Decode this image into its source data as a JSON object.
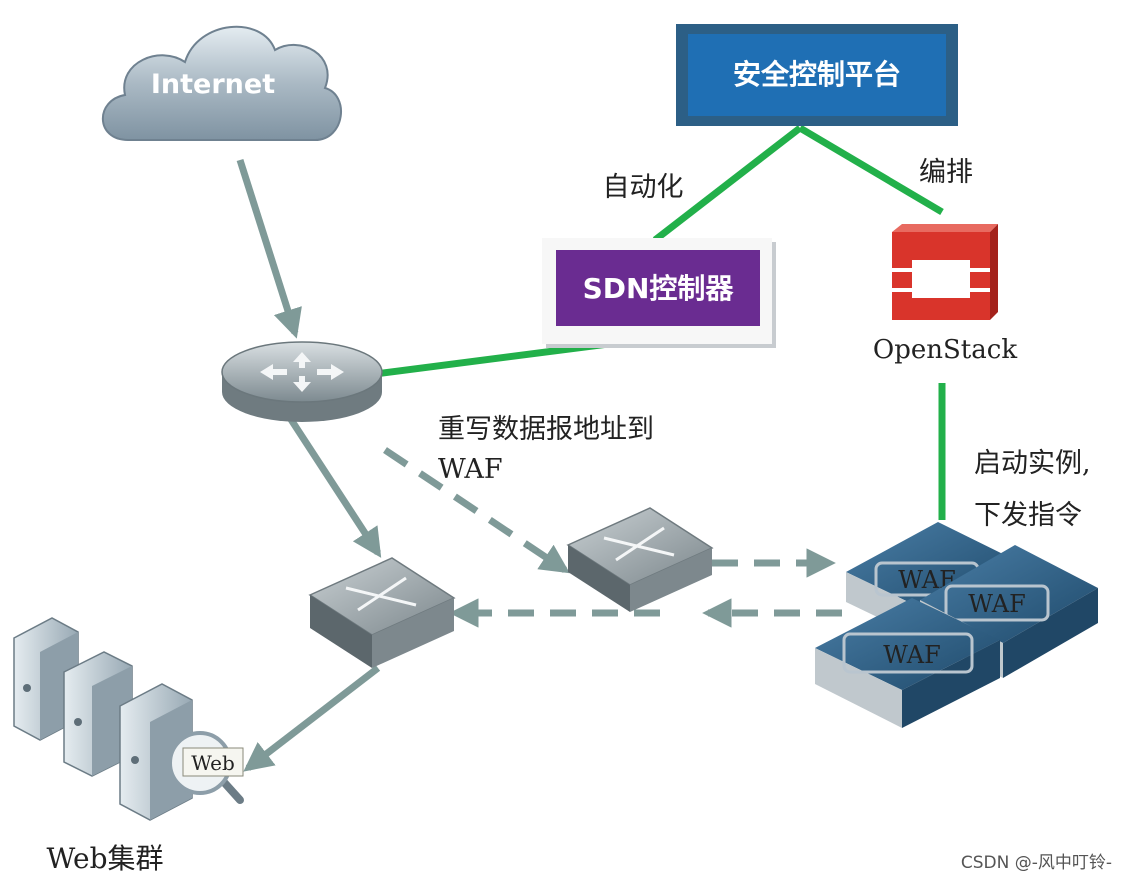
{
  "nodes": {
    "internet": "Internet",
    "security_platform": "安全控制平台",
    "sdn_controller": "SDN控制器",
    "openstack": "OpenStack",
    "waf_label": "WAF",
    "web_badge": "Web",
    "web_cluster": "Web集群"
  },
  "edges": {
    "automation": "自动化",
    "orchestration": "编排",
    "rewrite_line1": "重写数据报地址到",
    "rewrite_line2": "WAF",
    "launch_line1": "启动实例,",
    "launch_line2": "下发指令"
  },
  "watermark": "CSDN @-风中叮铃-",
  "colors": {
    "green_link": "#22b04a",
    "gray_arrow": "#7f9a98",
    "platform_blue": "#1f6fb4",
    "sdn_purple": "#6a2c91",
    "openstack_red": "#d9342b",
    "waf_blue": "#2b5f86"
  }
}
